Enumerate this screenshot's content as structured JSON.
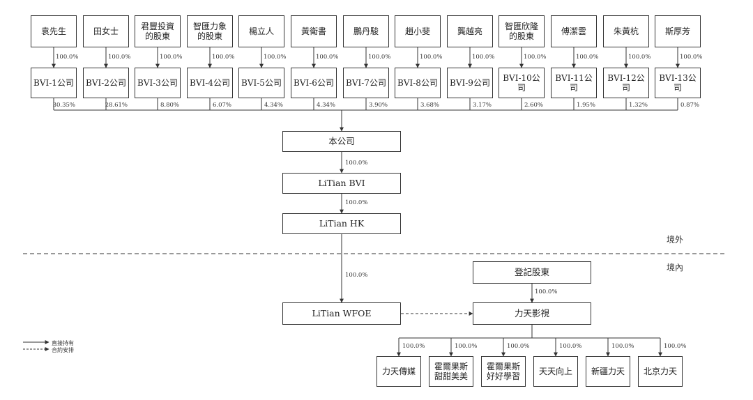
{
  "shareholders": [
    {
      "name": "袁先生",
      "pct": "100.0%",
      "bvi": "BVI-1公司",
      "own": "30.35%"
    },
    {
      "name": "田女士",
      "pct": "100.0%",
      "bvi": "BVI-2公司",
      "own": "28.61%"
    },
    {
      "name": "君豐投資\n的股東",
      "pct": "100.0%",
      "bvi": "BVI-3公司",
      "own": "8.80%"
    },
    {
      "name": "智匯力象\n的股東",
      "pct": "100.0%",
      "bvi": "BVI-4公司",
      "own": "6.07%"
    },
    {
      "name": "楊立人",
      "pct": "100.0%",
      "bvi": "BVI-5公司",
      "own": "4.34%"
    },
    {
      "name": "黃衛書",
      "pct": "100.0%",
      "bvi": "BVI-6公司",
      "own": "4.34%"
    },
    {
      "name": "鵬丹駿",
      "pct": "100.0%",
      "bvi": "BVI-7公司",
      "own": "3.90%"
    },
    {
      "name": "趙小斐",
      "pct": "100.0%",
      "bvi": "BVI-8公司",
      "own": "3.68%"
    },
    {
      "name": "龔越亮",
      "pct": "100.0%",
      "bvi": "BVI-9公司",
      "own": "3.17%"
    },
    {
      "name": "智匯欣隆\n的股東",
      "pct": "100.0%",
      "bvi": "BVI-10公司",
      "own": "2.60%"
    },
    {
      "name": "傅潔雲",
      "pct": "100.0%",
      "bvi": "BVI-11公司",
      "own": "1.95%"
    },
    {
      "name": "朱黃杭",
      "pct": "100.0%",
      "bvi": "BVI-12公司",
      "own": "1.32%"
    },
    {
      "name": "斯厚芳",
      "pct": "100.0%",
      "bvi": "BVI-13公司",
      "own": "0.87%"
    }
  ],
  "company": {
    "name": "本公司",
    "pct_to_bvi": "100.0%"
  },
  "litian_bvi": {
    "name": "LiTian BVI",
    "pct_to_hk": "100.0%"
  },
  "litian_hk": {
    "name": "LiTian HK",
    "pct_to_wfoe": "100.0%"
  },
  "zones": {
    "offshore": "境外",
    "onshore": "境內"
  },
  "registered": {
    "name": "登記股東",
    "pct": "100.0%"
  },
  "wfoe": {
    "name": "LiTian WFOE"
  },
  "litian_media": {
    "name": "力天影視"
  },
  "subsidiaries": [
    {
      "name": "力天傳媒",
      "pct": "100.0%"
    },
    {
      "name": "霍爾果斯\n甜甜美美",
      "pct": "100.0%"
    },
    {
      "name": "霍爾果斯\n好好學習",
      "pct": "100.0%"
    },
    {
      "name": "天天向上",
      "pct": "100.0%"
    },
    {
      "name": "新疆力天",
      "pct": "100.0%"
    },
    {
      "name": "北京力天",
      "pct": "100.0%"
    }
  ],
  "legend": {
    "direct": "直接持有",
    "contractual": "合約安排"
  }
}
